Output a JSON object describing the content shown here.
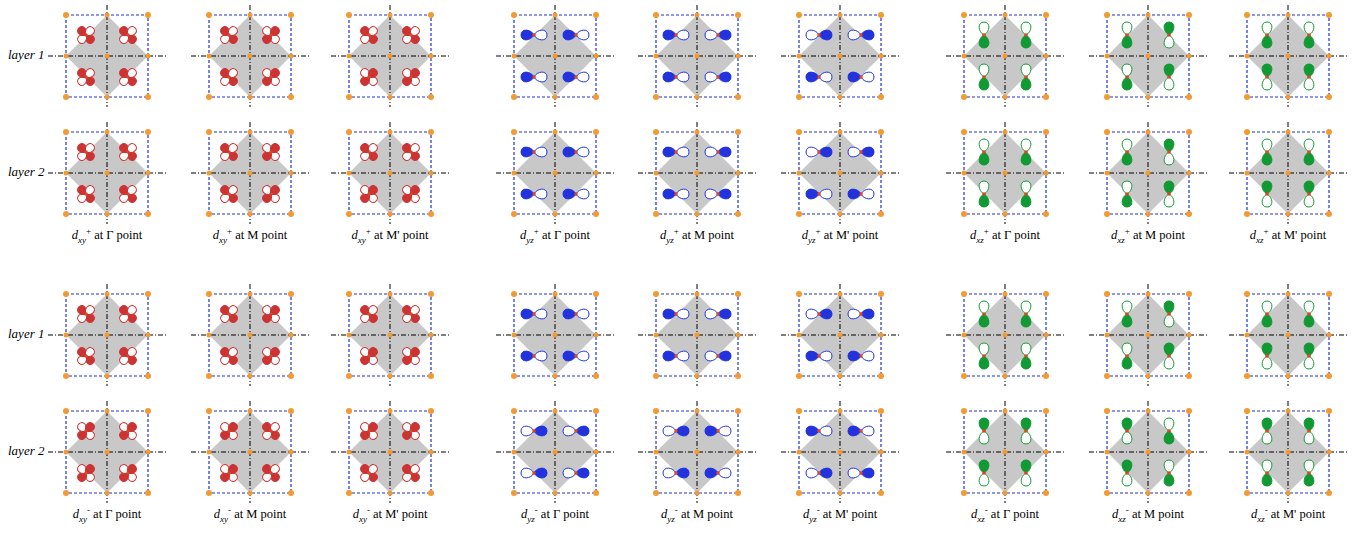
{
  "diagram": {
    "labels": [
      "layer 1",
      "layer 2",
      "dxy+ at Γ point",
      "dxy+ at M point",
      "dxy+ at M' point",
      "dyz+ at Γ point",
      "dyz+ at M point",
      "dyz+ at M' point",
      "dxz+ at Γ point",
      "dxz+ at M point",
      "dxz+ at M' point",
      "layer 1",
      "layer 2",
      "dxy- at Γ point",
      "dxy- at M point",
      "dxy- at M' point",
      "dyz- at Γ point",
      "dyz- at M point",
      "dyz- at M' point",
      "dxz- at Γ point",
      "dxz- at M point",
      "dxz- at M' point"
    ]
  }
}
